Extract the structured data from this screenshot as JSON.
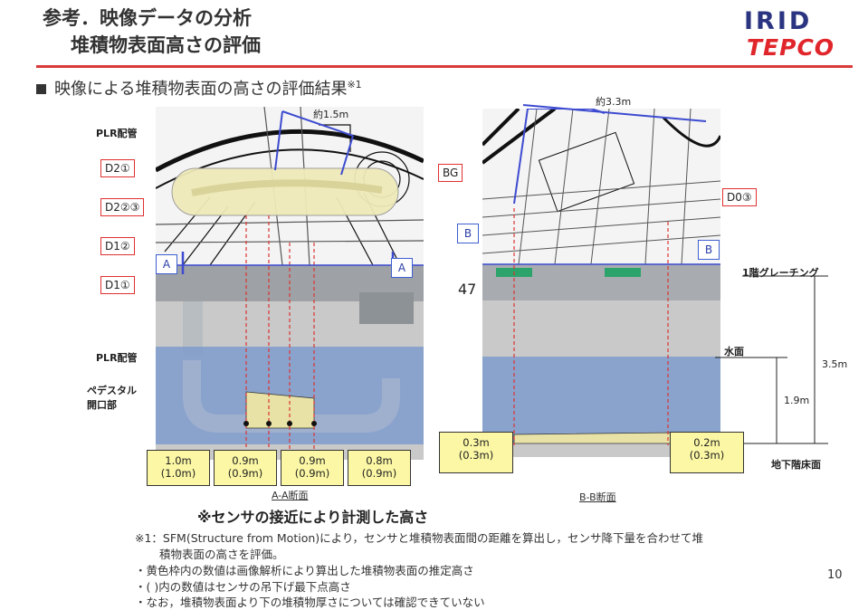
{
  "header": {
    "title_line1": "参考．映像データの分析",
    "title_line2": "堆積物表面高さの評価",
    "logo_irid": "IRID",
    "logo_tepco": "TEPCO"
  },
  "subtitle": "映像による堆積物表面の高さの評価結果",
  "subtitle_sup": "※1",
  "left_panel": {
    "dimension_top": "約1.5m",
    "plr_label_top": "PLR配管",
    "red_labels": [
      "D2①",
      "D2②③",
      "D1②",
      "D1①"
    ],
    "section_marker": "A",
    "plr_label_side": "PLR配管",
    "pedestal_label_1": "ペデスタル",
    "pedestal_label_2": "開口部",
    "measurements": [
      {
        "value": "1.0m",
        "sensor": "(1.0m)"
      },
      {
        "value": "0.9m",
        "sensor": "(0.9m)"
      },
      {
        "value": "0.9m",
        "sensor": "(0.9m)"
      },
      {
        "value": "0.8m",
        "sensor": "(0.9m)"
      }
    ],
    "caption": "A-A断面"
  },
  "right_panel": {
    "dimension_top": "約3.3m",
    "red_labels": [
      "BG",
      "D0③"
    ],
    "section_marker": "B",
    "number_label": "47",
    "grating_label": "1階グレーチング",
    "water_label": "水面",
    "dim_35": "3.5m",
    "dim_19": "1.9m",
    "basement_label": "地下階床面",
    "measurements": [
      {
        "value": "0.3m",
        "sensor": "(0.3m)"
      },
      {
        "value": "0.2m",
        "sensor": "(0.3m)"
      }
    ],
    "caption": "B-B断面"
  },
  "sensor_note": "※センサの接近により計測した高さ",
  "footnotes": {
    "n1_line1": "※1：SFM(Structure from Motion)により，センサと堆積物表面間の距離を算出し，センサ降下量を合わせて堆",
    "n1_line2": "積物表面の高さを評価。",
    "n2": "・黄色枠内の数値は画像解析により算出した堆積物表面の推定高さ",
    "n3": "・( )内の数値はセンサの吊下げ最下点高さ",
    "n4": "・なお，堆積物表面より下の堆積物厚さについては確認できていない"
  },
  "page_number": "10",
  "colors": {
    "accent_red": "#d93a3a",
    "irid_blue": "#2a3480",
    "tepco_red": "#e0252b",
    "measure_yellow": "#fbf7a4",
    "water_blue": "#7f9ccc"
  }
}
